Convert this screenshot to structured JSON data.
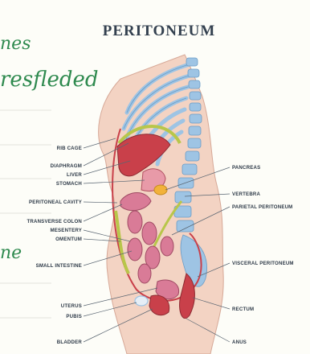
{
  "title": "PERITONEUM",
  "handwriting": {
    "line1": "nes",
    "line2": "resfleded",
    "line3": "ne"
  },
  "labels_left": [
    "RIB CAGE",
    "DIAPHRAGM",
    "LIVER",
    "STOMACH",
    "PERITONEAL CAVITY",
    "TRANSVERSE COLON",
    "MESENTERY",
    "OMENTUM",
    "SMALL INTESTINE",
    "UTERUS",
    "PUBIS",
    "BLADDER"
  ],
  "labels_right": [
    "PANCREAS",
    "VERTEBRA",
    "PARIETAL PERITONEUM",
    "VISCERAL PERITONEUM",
    "RECTUM",
    "ANUS"
  ],
  "colors": {
    "title": "#33404f",
    "handwriting": "#2f8a4f",
    "spine": "#9ec4e4",
    "skin": "#f3d3c3",
    "organ_red": "#c9404a",
    "organ_pink": "#d97b97",
    "peritoneum_green": "#b8c64a"
  }
}
